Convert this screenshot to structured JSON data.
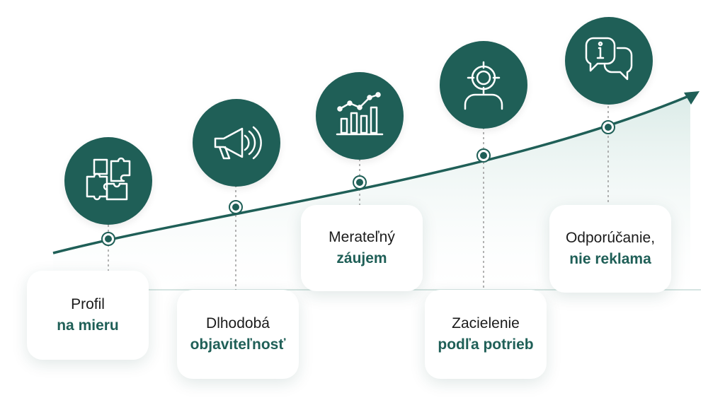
{
  "steps": [
    {
      "icon": "puzzle-icon",
      "line1": "Profil",
      "line2": "na mieru"
    },
    {
      "icon": "megaphone-icon",
      "line1": "Dlhodobá",
      "line2": "objaviteľnosť"
    },
    {
      "icon": "bar-chart-trend-icon",
      "line1": "Merateľný",
      "line2": "záujem"
    },
    {
      "icon": "target-person-icon",
      "line1": "Zacielenie",
      "line2": "podľa potrieb"
    },
    {
      "icon": "chat-info-icon",
      "line1": "Odporúčanie,",
      "line2": "nie reklama"
    }
  ],
  "colors": {
    "primary": "#1f5f57",
    "text": "#1b1b1b",
    "area": "#e6f1ef"
  }
}
